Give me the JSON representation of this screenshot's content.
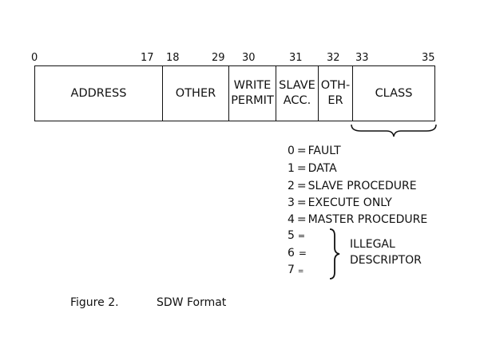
{
  "bit_labels": [
    "0",
    "17",
    "18",
    "29",
    "30",
    "31",
    "32",
    "33",
    "35"
  ],
  "fields": {
    "address": [
      "ADDRESS"
    ],
    "other_1": [
      "OTHER"
    ],
    "write_permit": [
      "WRITE",
      "PERMIT"
    ],
    "slave_access": [
      "SLAVE",
      "ACC."
    ],
    "other_2": [
      "OTH-",
      "ER"
    ],
    "class": [
      "CLASS"
    ]
  },
  "class_codes": [
    {
      "code": "0",
      "sep": "=",
      "label": "FAULT"
    },
    {
      "code": "1",
      "sep": "=",
      "label": "DATA"
    },
    {
      "code": "2",
      "sep": "=",
      "label": "SLAVE PROCEDURE"
    },
    {
      "code": "3",
      "sep": "=",
      "label": "EXECUTE ONLY"
    },
    {
      "code": "4",
      "sep": "=",
      "label": "MASTER PROCEDURE"
    }
  ],
  "illegal_codes": [
    {
      "code": "5",
      "sep": "="
    },
    {
      "code": "6",
      "sep": "="
    },
    {
      "code": "7",
      "sep": "="
    }
  ],
  "illegal_label": [
    "ILLEGAL",
    "DESCRIPTOR"
  ],
  "caption": {
    "figure": "Figure 2.",
    "title": "SDW Format"
  }
}
